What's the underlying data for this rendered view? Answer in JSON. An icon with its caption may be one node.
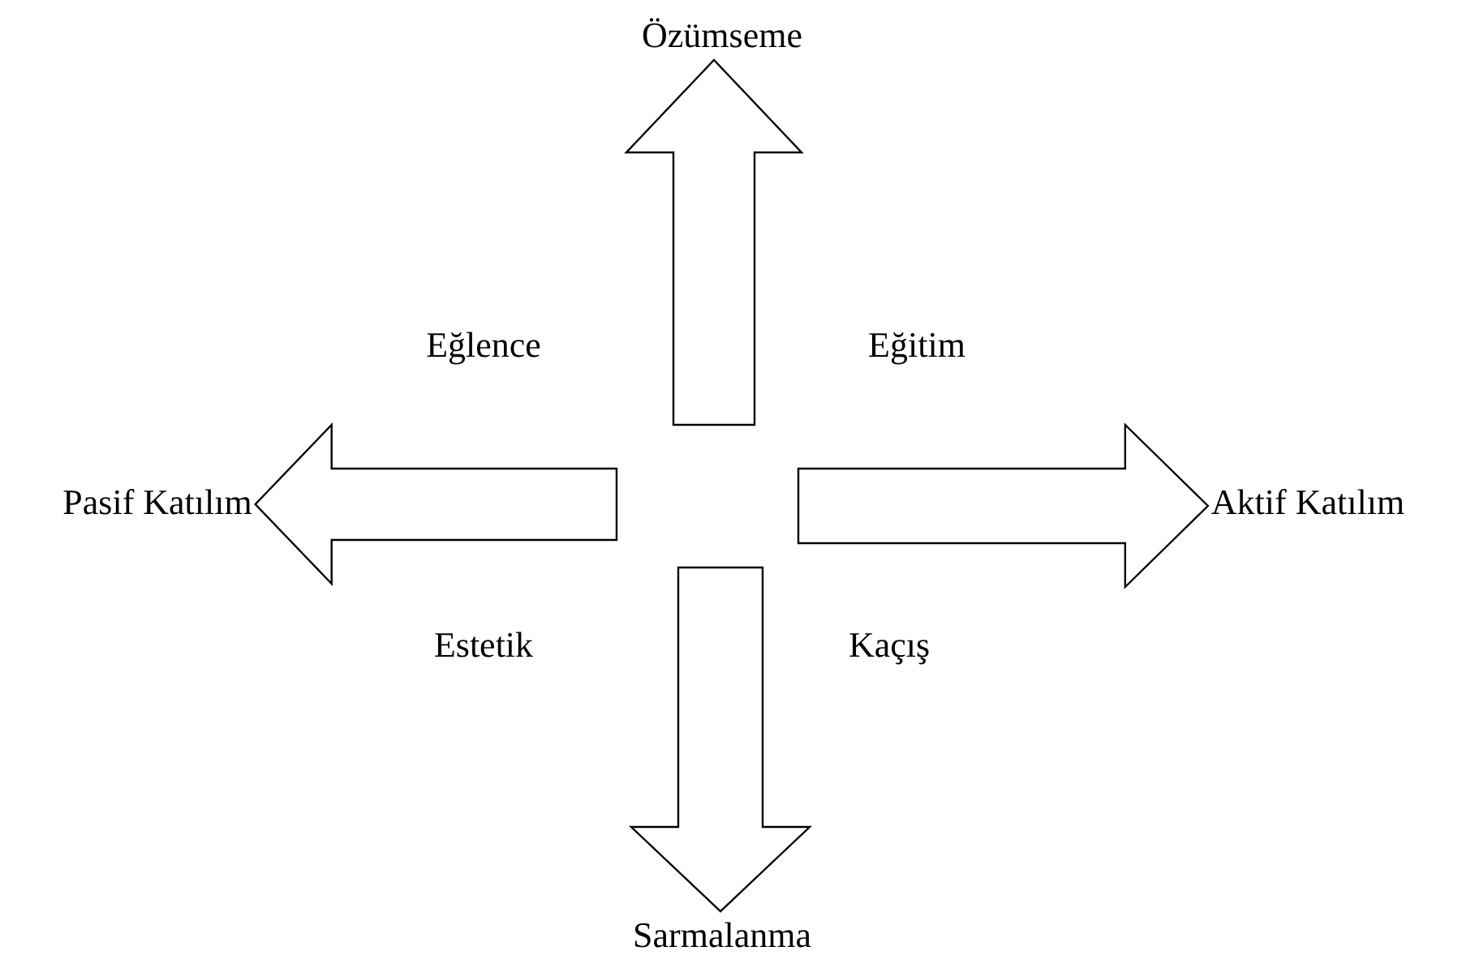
{
  "diagram": {
    "nodes": [
      {
        "text": [
          "Özümseme"
        ]
      },
      {
        "text": [
          "Pasif Katılım"
        ]
      },
      {
        "text": [
          "Aktif Katılım"
        ]
      },
      {
        "text": [
          "Sarmalanma"
        ]
      }
    ],
    "edges": [
      {
        "from": null,
        "to": 0,
        "arrow": "to"
      },
      {
        "from": null,
        "to": 1,
        "arrow": "to"
      },
      {
        "from": null,
        "to": 2,
        "arrow": "to"
      },
      {
        "from": null,
        "to": 3,
        "arrow": "to"
      }
    ],
    "labels": [
      "Eğlence",
      "Eğitim",
      "Estetik",
      "Kaçış"
    ]
  }
}
